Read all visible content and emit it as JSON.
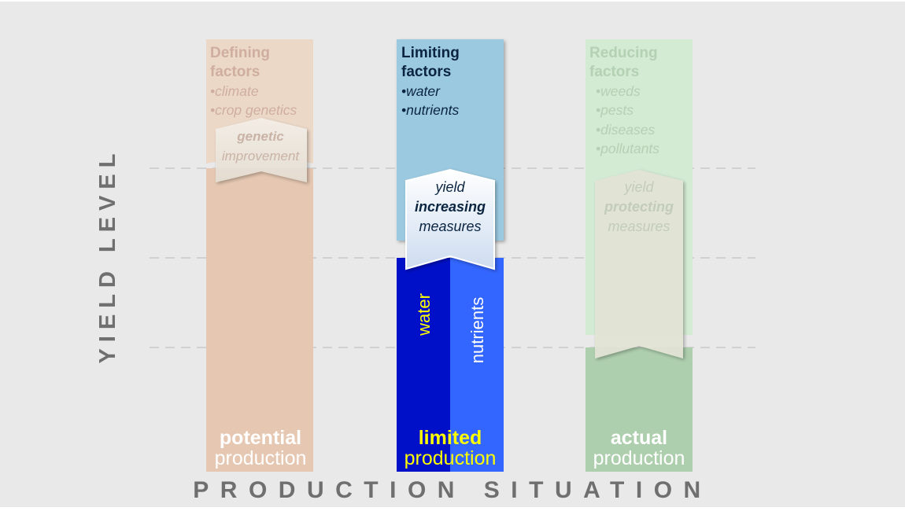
{
  "axes": {
    "y_label": "YIELD LEVEL",
    "x_label": "PRODUCTION SITUATION"
  },
  "columns": {
    "potential": {
      "factor_title_1": "Defining",
      "factor_title_2": "factors",
      "factors": [
        "•climate",
        "•crop genetics"
      ],
      "arrow_line_1": "genetic",
      "arrow_line_2": "improvement",
      "label_1": "potential",
      "label_2": "production"
    },
    "limited": {
      "factor_title_1": "Limiting",
      "factor_title_2": "factors",
      "factors": [
        "•water",
        "•nutrients"
      ],
      "arrow_line_1": "yield",
      "arrow_line_2": "increasing",
      "arrow_line_3": "measures",
      "bar_left_label": "water",
      "bar_right_label": "nutrients",
      "label_1": "limited",
      "label_2": "production"
    },
    "actual": {
      "factor_title_1": "Reducing",
      "factor_title_2": "factors",
      "factors": [
        "•weeds",
        "•pests",
        "•diseases",
        "•pollutants"
      ],
      "arrow_line_1": "yield",
      "arrow_line_2": "protecting",
      "arrow_line_3": "measures",
      "label_1": "actual",
      "label_2": "production"
    }
  },
  "colors": {
    "background": "#e9e9e9",
    "axis_text": "#6f6f6f",
    "potential_bar": "#e6c8b2",
    "potential_panel": "#ecd8c7",
    "limiting_panel": "#9bc9e0",
    "water_bar": "#0010c8",
    "nutrients_bar": "#3366ff",
    "highlight_yellow": "#ffff00",
    "actual_bar": "#aecfae",
    "reducing_panel": "#d3ead3"
  }
}
